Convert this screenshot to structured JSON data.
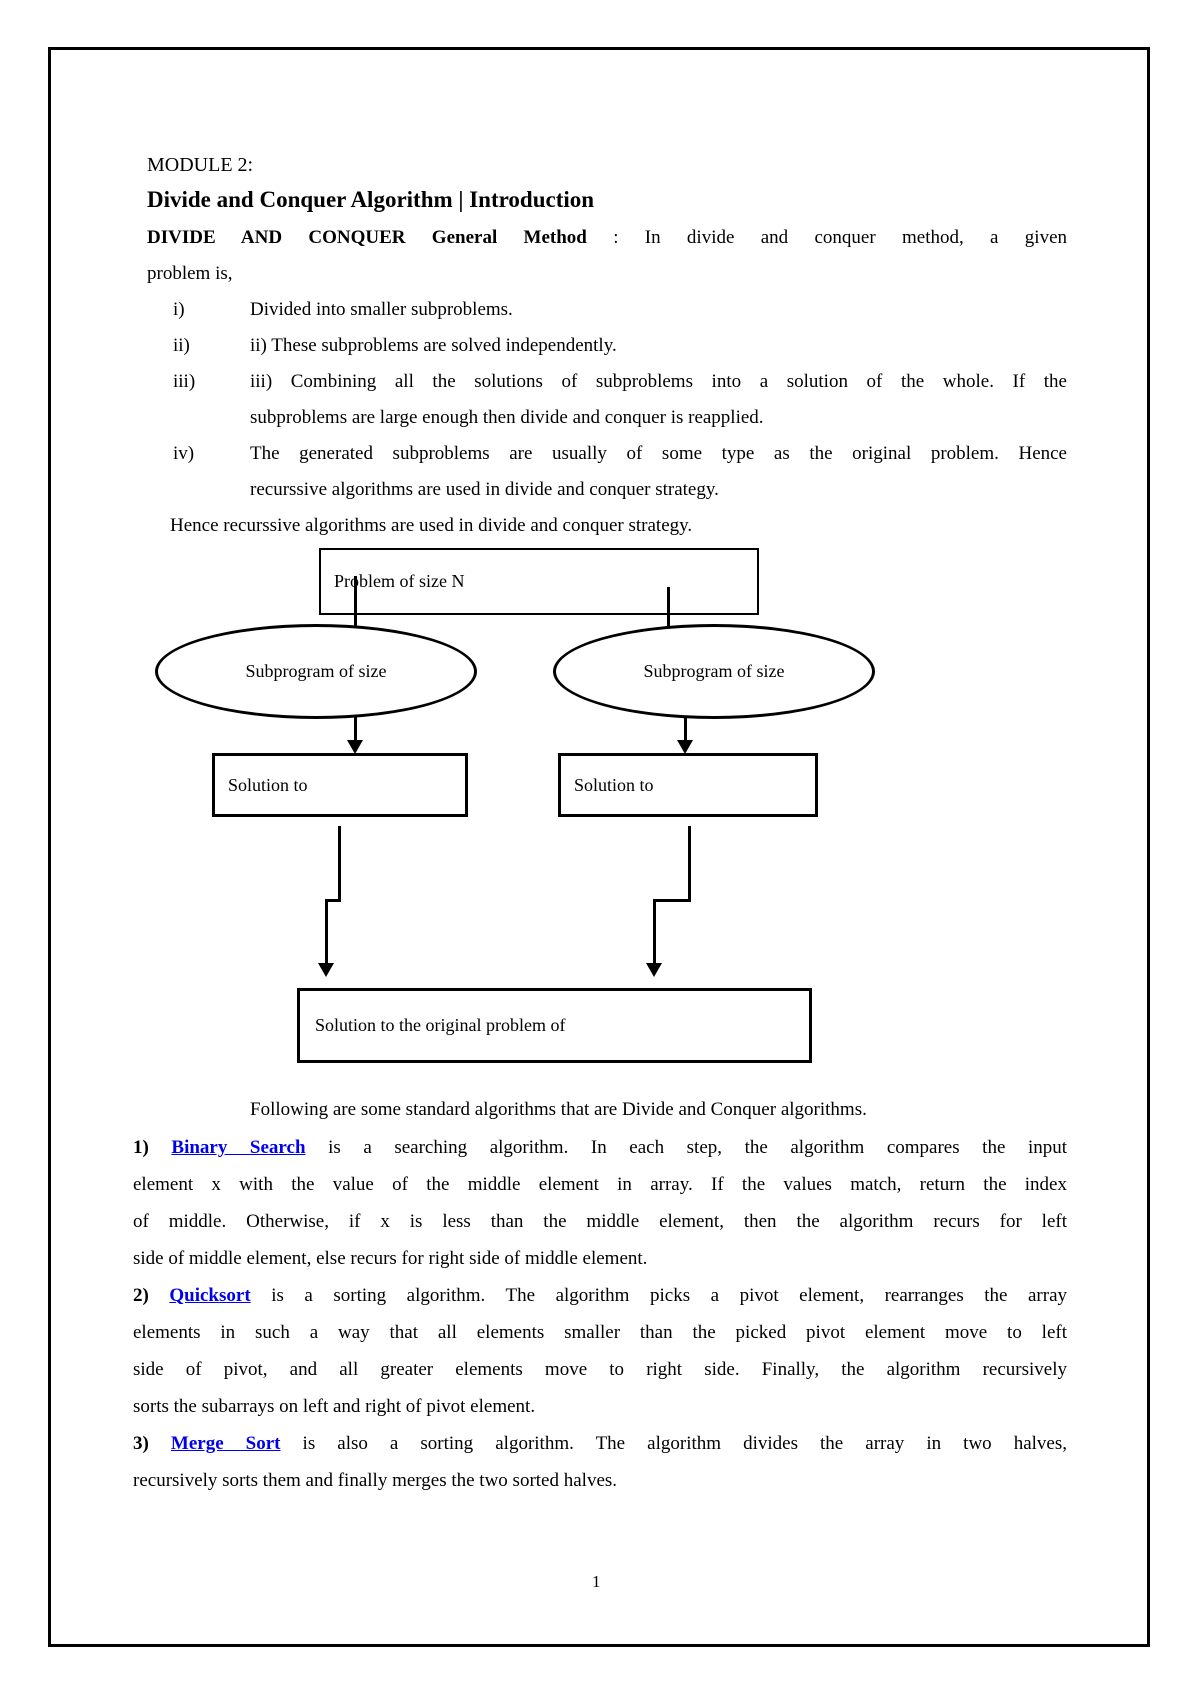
{
  "intro": {
    "module_label": "MODULE 2:",
    "title": "Divide and Conquer Algorithm | Introduction",
    "lead_bold": "DIVIDE AND CONQUER General Method",
    "lead_rest": " : In divide and conquer method, a given",
    "lead_cont": "problem is,",
    "list": [
      {
        "marker": "i)",
        "line1": "Divided into smaller subproblems.",
        "line2": ""
      },
      {
        "marker": "ii)",
        "line1": "ii) These subproblems are solved independently.",
        "line2": ""
      },
      {
        "marker": "iii)",
        "line1": "iii) Combining all the solutions of subproblems into a solution of the whole. If the",
        "line2": "subproblems are large enough then divide and conquer is reapplied."
      },
      {
        "marker": "iv)",
        "line1": "The generated subproblems are usually of some type as the original problem. Hence",
        "line2": "recurssive algorithms are used in divide and conquer strategy."
      }
    ],
    "hence_line": "Hence recurssive algorithms are used in divide and conquer strategy."
  },
  "diagram": {
    "problem_box_label": "Problem of size N",
    "subprogram_left_label": "Subprogram of size",
    "subprogram_right_label": "Subprogram of size",
    "solution_left_label": "Solution to",
    "solution_right_label": "Solution to",
    "solution_final_label": "Solution to the original problem of"
  },
  "body": {
    "following_line": "Following are some standard algorithms that are Divide and Conquer algorithms.",
    "algo1": {
      "number": "1)",
      "link_text": "Binary Search",
      "line1_rest": " is a searching algorithm. In each step, the algorithm compares the input",
      "line2": "element x with the value of the middle element in array. If the values match, return the index",
      "line3": "of middle. Otherwise, if x is less than the middle element, then the algorithm recurs for left",
      "line4": "side of middle element, else recurs for right side of middle element."
    },
    "algo2": {
      "number": "2)",
      "link_text": "Quicksort",
      "line1_rest": " is a sorting algorithm. The algorithm picks a pivot element, rearranges the array",
      "line2": "elements in such a way that all elements smaller than the picked pivot element move to left",
      "line3": "side of pivot, and all greater elements move to right side. Finally, the algorithm recursively",
      "line4": "sorts the subarrays on left and right of pivot element."
    },
    "algo3": {
      "number": "3)",
      "link_text": "Merge Sort",
      "line1_rest": " is also a sorting algorithm. The algorithm divides the array in two halves,",
      "line2": "recursively sorts them and finally merges the two sorted halves."
    },
    "link_color": "#0000EE"
  },
  "page": {
    "page_number": "1"
  }
}
